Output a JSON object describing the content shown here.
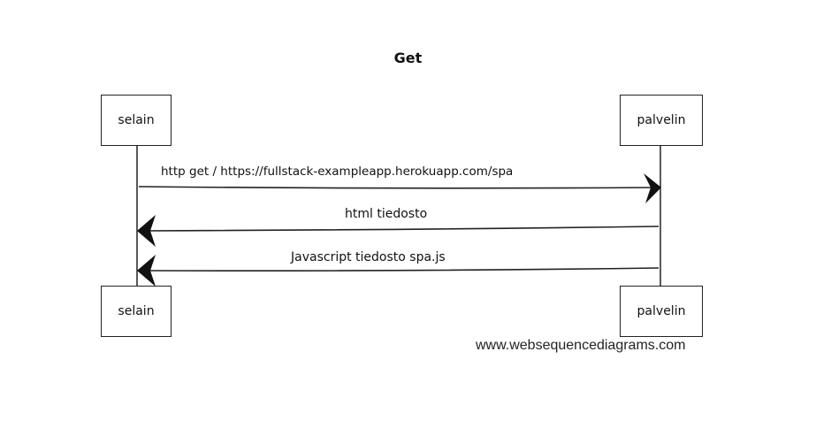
{
  "diagram": {
    "title": "Get",
    "participants": [
      {
        "id": "selain",
        "label": "selain"
      },
      {
        "id": "palvelin",
        "label": "palvelin"
      }
    ],
    "messages": [
      {
        "from": "selain",
        "to": "palvelin",
        "label": "http get / https://fullstack-exampleapp.herokuapp.com/spa"
      },
      {
        "from": "palvelin",
        "to": "selain",
        "label": "html tiedosto"
      },
      {
        "from": "palvelin",
        "to": "selain",
        "label": "Javascript tiedosto spa.js"
      }
    ],
    "watermark": "www.websequencediagrams.com"
  }
}
